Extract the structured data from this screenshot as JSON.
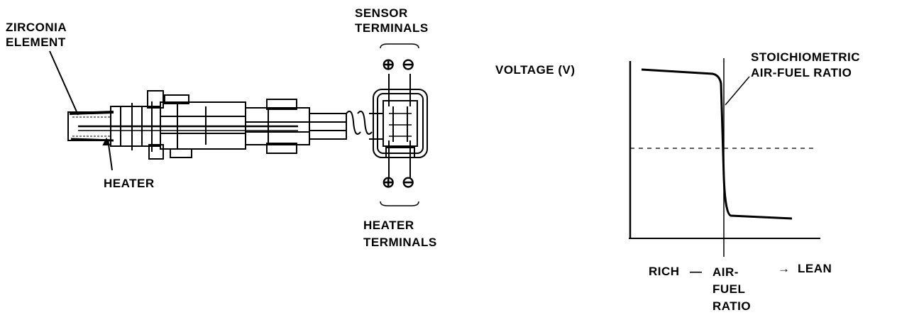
{
  "sensor_diagram": {
    "zirconia_element": [
      "ZIRCONIA",
      "ELEMENT"
    ],
    "heater": "HEATER",
    "sensor_terminals": [
      "SENSOR",
      "TERMINALS"
    ],
    "heater_terminals": [
      "HEATER",
      "TERMINALS"
    ],
    "plus_symbol": "⊕",
    "minus_symbol": "⊖"
  },
  "graph": {
    "y_axis_label": "VOLTAGE (V)",
    "stoichiometric_label": [
      "STOICHIOMETRIC",
      "AIR-FUEL RATIO"
    ],
    "x_axis_label": {
      "rich": "RICH",
      "dash": "—",
      "air_fuel": [
        "AIR-",
        "FUEL",
        "RATIO"
      ],
      "arrow": "→",
      "lean": "LEAN"
    }
  }
}
